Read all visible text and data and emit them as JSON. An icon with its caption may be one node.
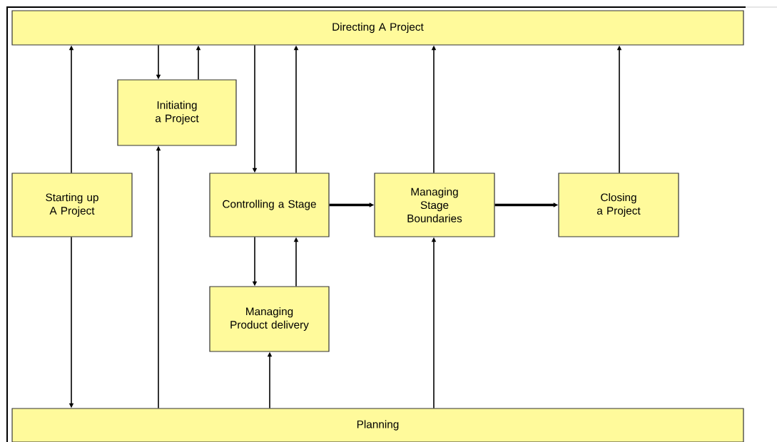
{
  "diagram": {
    "nodes": [
      {
        "text": [
          "Directing A Project"
        ]
      },
      {
        "text": [
          "Initiating a Project"
        ]
      },
      {
        "text": [
          "Starting up A Project"
        ]
      },
      {
        "text": [
          "Controlling a Stage"
        ]
      },
      {
        "text": [
          "Managing Stage Boundaries"
        ]
      },
      {
        "text": [
          "Closing a Project"
        ]
      },
      {
        "text": [
          "Managing Product delivery"
        ]
      },
      {
        "text": [
          "Planning"
        ]
      }
    ],
    "edges": [
      {
        "from": 2,
        "to": 0,
        "arrow": "to"
      },
      {
        "from": 2,
        "to": 7,
        "arrow": "to"
      },
      {
        "from": 0,
        "to": 1,
        "arrow": "to"
      },
      {
        "from": 1,
        "to": 0,
        "arrow": "to"
      },
      {
        "from": 7,
        "to": 1,
        "arrow": "to"
      },
      {
        "from": 0,
        "to": 3,
        "arrow": "to"
      },
      {
        "from": 3,
        "to": 0,
        "arrow": "to"
      },
      {
        "from": 3,
        "to": 6,
        "arrow": "to"
      },
      {
        "from": 6,
        "to": 3,
        "arrow": "to"
      },
      {
        "from": 7,
        "to": 6,
        "arrow": "to"
      },
      {
        "from": 3,
        "to": 4,
        "arrow": "to",
        "style": "thick"
      },
      {
        "from": 7,
        "to": 4,
        "arrow": "to"
      },
      {
        "from": 4,
        "to": 0,
        "arrow": "to"
      },
      {
        "from": 4,
        "to": 5,
        "arrow": "to",
        "style": "thick"
      },
      {
        "from": 5,
        "to": 0,
        "arrow": "to"
      }
    ]
  }
}
